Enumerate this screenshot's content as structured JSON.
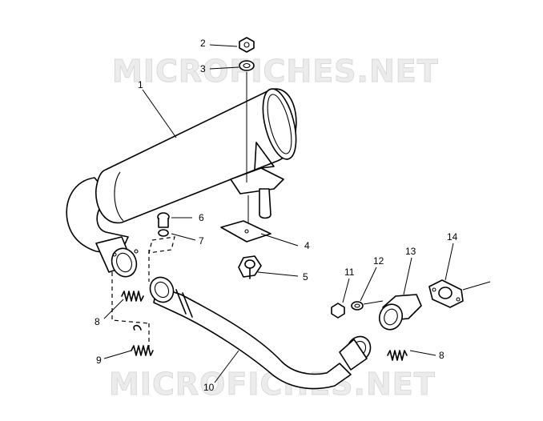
{
  "watermark": {
    "text": "MICROFICHES.NET"
  },
  "callouts": [
    "1",
    "2",
    "3",
    "4",
    "5",
    "6",
    "7",
    "8",
    "9",
    "10",
    "11",
    "12",
    "13",
    "14",
    "8"
  ],
  "part_icons": [
    "muffler-icon",
    "nut-icon",
    "washer-icon",
    "bracket-icon",
    "plate-icon",
    "grommet-icon",
    "cap-icon",
    "spring-icon",
    "exhaust-pipe-icon",
    "flange-icon",
    "gasket-icon"
  ]
}
